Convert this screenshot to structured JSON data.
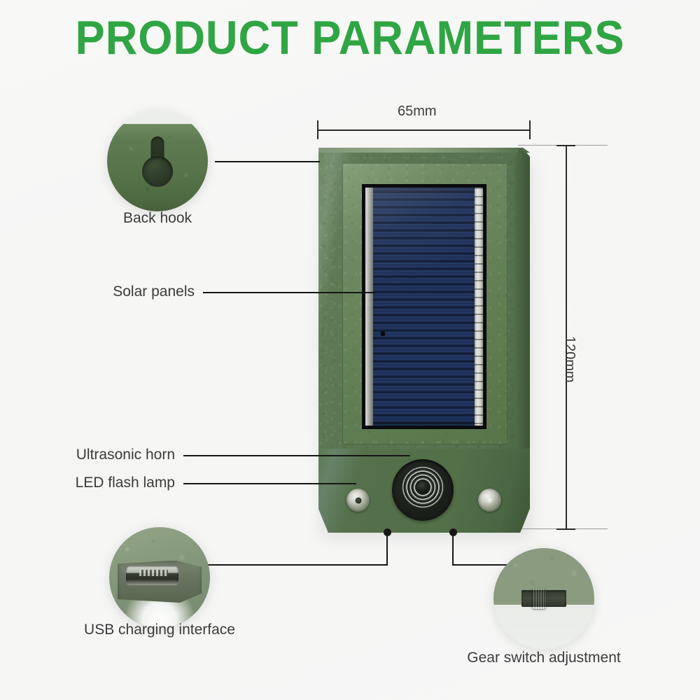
{
  "page": {
    "title": "PRODUCT PARAMETERS",
    "background_color": "#f7f7f6",
    "accent_color": "#2fa544",
    "label_color": "#3b3b3b"
  },
  "dimensions": {
    "width": {
      "value": "65mm",
      "orientation": "horizontal"
    },
    "height": {
      "value": "120mm",
      "orientation": "vertical"
    }
  },
  "callouts": [
    {
      "id": "back-hook",
      "label": "Back hook"
    },
    {
      "id": "solar-panels",
      "label": "Solar panels"
    },
    {
      "id": "ultrasonic-horn",
      "label": "Ultrasonic horn"
    },
    {
      "id": "led-flash-lamp",
      "label": "LED flash lamp"
    },
    {
      "id": "usb-charging",
      "label": "USB charging interface"
    },
    {
      "id": "gear-switch",
      "label": "Gear switch adjustment"
    }
  ],
  "product": {
    "name": "solar-ultrasonic-repeller",
    "body_color": "#587350",
    "panel_color": "#1b2a4d",
    "parts": {
      "solar_panel": "solar-panel",
      "ultrasonic_horn": "ultrasonic-horn",
      "led_left": "led-flash-lamp-left",
      "led_right": "led-flash-lamp-right"
    }
  },
  "insets": {
    "back_hook": {
      "icon": "keyhole-hook-icon"
    },
    "usb": {
      "icon": "micro-usb-port-icon"
    },
    "gear_switch": {
      "icon": "slide-switch-icon"
    }
  }
}
